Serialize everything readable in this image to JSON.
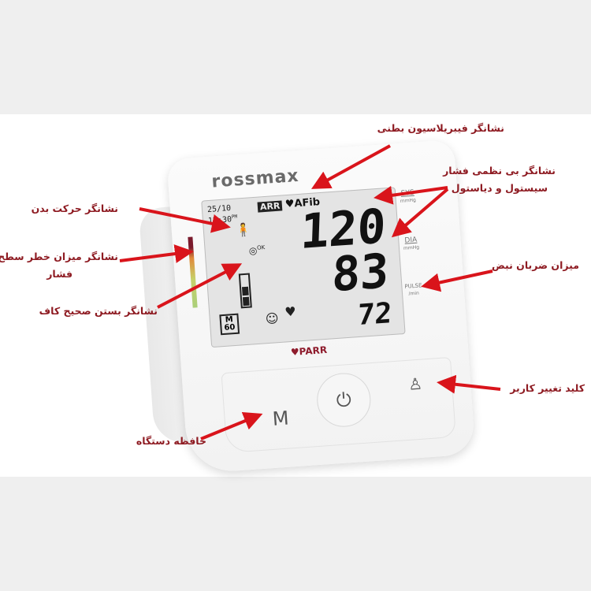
{
  "device": {
    "brand": "rossmax",
    "date": "25/10",
    "time": "12:30",
    "time_suffix": "PM",
    "arr_badge": "ARR",
    "afib_label": "AFib",
    "systolic": "120",
    "diastolic": "83",
    "pulse": "72",
    "sys_label": "SYS",
    "dia_label": "DIA",
    "pressure_unit": "mmHg",
    "pulse_label": "PULSE",
    "pulse_unit": "/min",
    "memory_label": "M",
    "memory_count": "60",
    "cuff_ok": "OK",
    "parr_label": "PARR",
    "memory_button": "M"
  },
  "annotations": {
    "afib": "نشانگر فیبریلاسیون بطنی",
    "irregular_line1": "نشانگر بی نظمی فشار",
    "irregular_line2": "سیستول و دیاستول",
    "pulse_rate": "میزان ضربان نبض",
    "user_switch": "کلید تغییر کاربر",
    "memory": "حافظه دستگاه",
    "body_movement": "نشانگر حرکت بدن",
    "risk_line1": "نشانگر میزان خطر سطح",
    "risk_line2": "فشار",
    "cuff_fit": "نشانگر بستن صحیح کاف"
  },
  "colors": {
    "annotation": "#8e1b22",
    "arrow": "#d9141b",
    "brand": "#8e1b2c"
  }
}
